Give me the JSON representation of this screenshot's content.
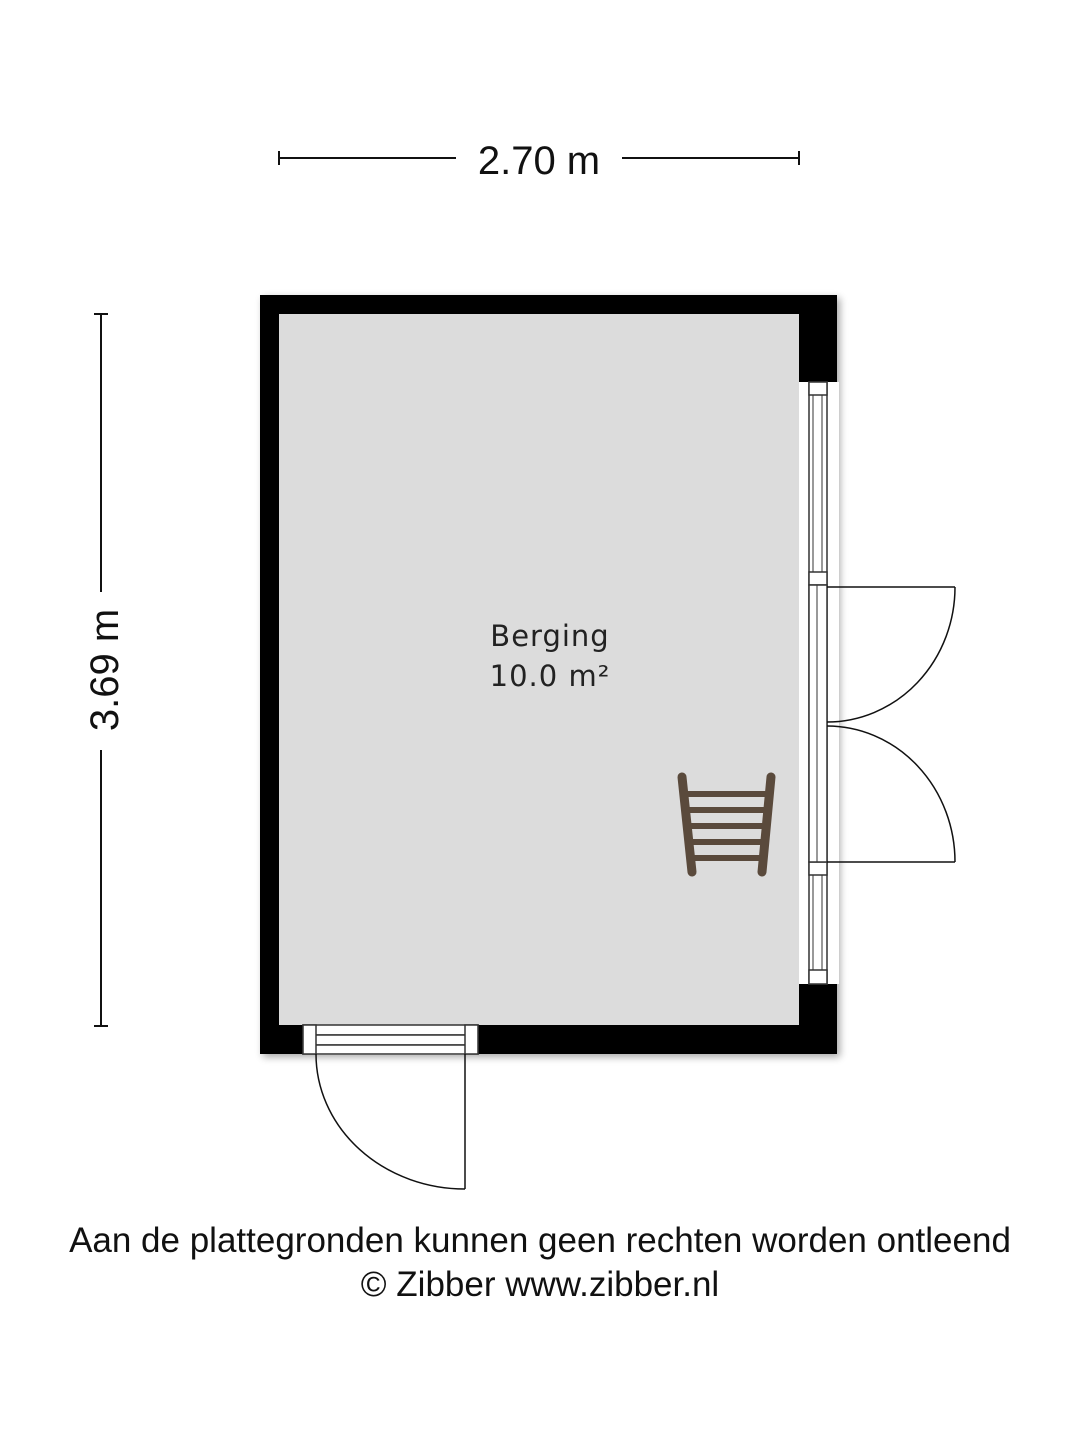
{
  "dimensions": {
    "width": "2.70 m",
    "height": "3.69 m"
  },
  "room": {
    "name": "Berging",
    "area": "10.0 m²"
  },
  "footer": {
    "disclaimer": "Aan de plattegronden kunnen geen rechten worden ontleend",
    "copyright": "© Zibber www.zibber.nl"
  },
  "colors": {
    "wall": "#000000",
    "floor": "#dcdcdc",
    "ladder": "#5a4a3c"
  },
  "icons": [
    "ladder-icon",
    "door-swing-icon",
    "window-icon"
  ]
}
